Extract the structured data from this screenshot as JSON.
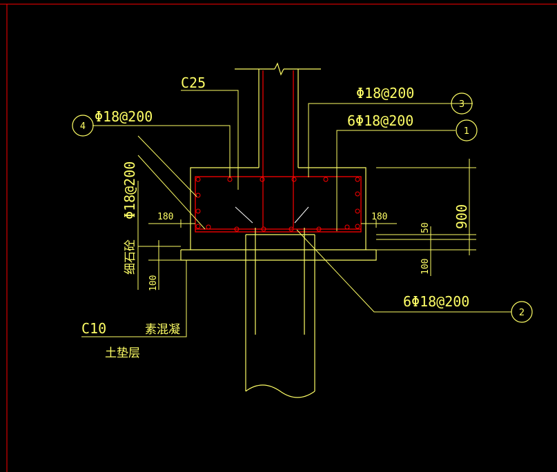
{
  "colors": {
    "background": "#000000",
    "frame": "#ff0000",
    "lines": "#ffff66",
    "rebar": "#ff0000",
    "ties": "#ffffff"
  },
  "labels": {
    "concrete_grade": "C25",
    "rebar_top_left": "Φ18@200",
    "rebar_top_right": "Φ18@200",
    "rebar_top_right_count": "6Φ18@200",
    "rebar_bottom": "6Φ18@200",
    "rebar_vertical": "Φ18@200",
    "dim_180_left": "180",
    "dim_180_right": "180",
    "dim_900": "900",
    "dim_50": "50",
    "dim_100_right": "100",
    "dim_100_left": "100",
    "vertical_cn": "细石砼",
    "c10": "C10",
    "plain_concrete": "素混凝",
    "cushion": "土垫层"
  },
  "callouts": {
    "c1": "1",
    "c2": "2",
    "c3": "3",
    "c4": "4"
  }
}
